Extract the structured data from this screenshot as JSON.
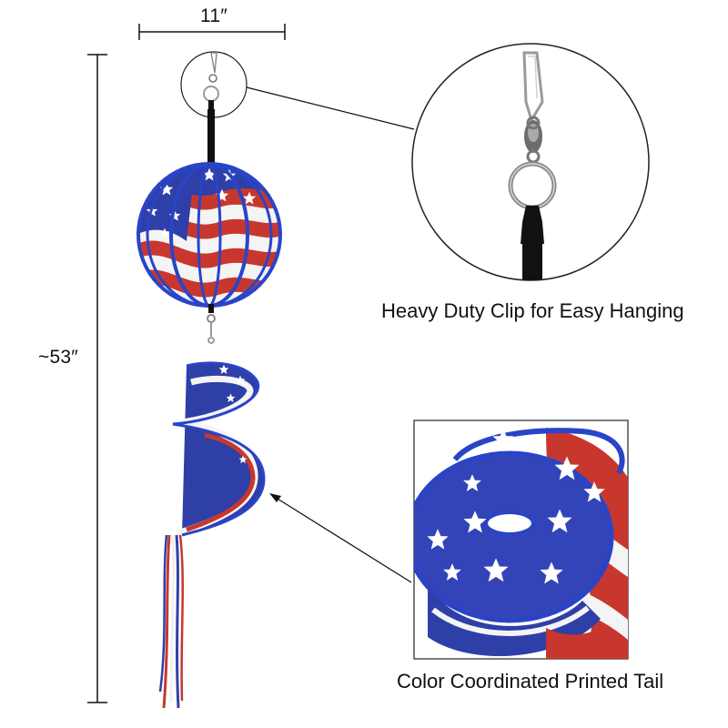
{
  "dimensions": {
    "width_label": "11″",
    "height_label": "~53″"
  },
  "callouts": {
    "clip_caption": "Heavy Duty Clip for Easy Hanging",
    "tail_caption": "Color Coordinated Printed Tail"
  },
  "colors": {
    "flag_blue": "#2f3fa8",
    "flag_red": "#c8372d",
    "flag_white": "#f4f4f4",
    "rim_blue": "#2a44c8",
    "metal": "#8a8a8a",
    "line": "#111111"
  },
  "icons": {
    "star": "star-icon",
    "swivel_clip": "swivel-clip-icon"
  }
}
